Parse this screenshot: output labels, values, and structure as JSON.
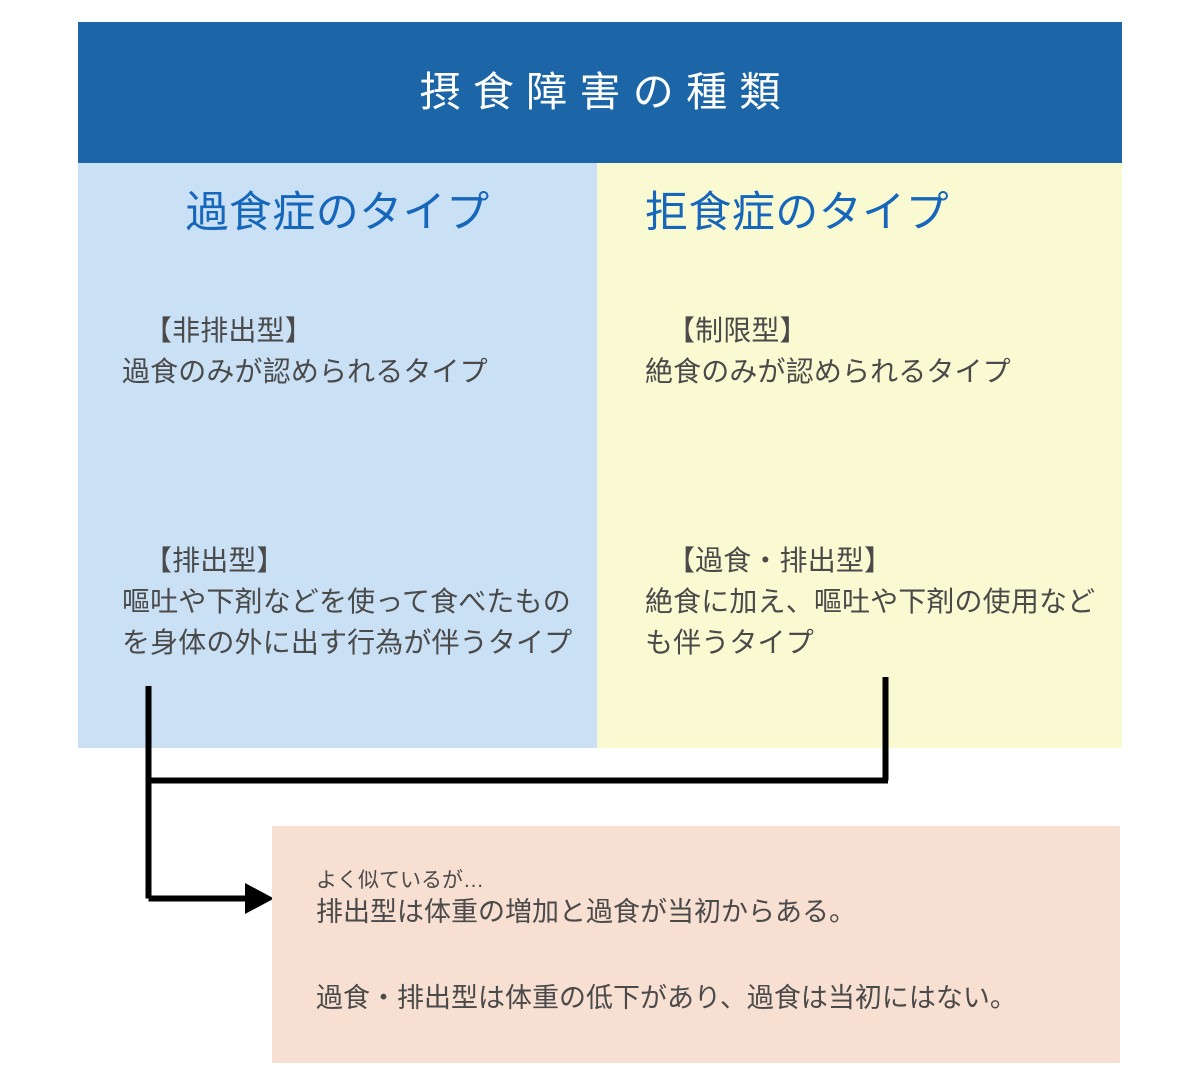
{
  "header": {
    "title": "摂食障害の種類",
    "bg_color": "#1c66a8",
    "text_color": "#ffffff"
  },
  "columns": [
    {
      "id": "bulimia",
      "heading": "過食症のタイプ",
      "bg_color": "#c9e0f5",
      "heading_color": "#1667bb",
      "entries": [
        {
          "title": "【非排出型】",
          "body": "過食のみが認められるタイプ"
        },
        {
          "title": "【排出型】",
          "body": "嘔吐や下剤などを使って食べたものを身体の外に出す行為が伴うタイプ"
        }
      ]
    },
    {
      "id": "anorexia",
      "heading": "拒食症のタイプ",
      "bg_color": "#fafad2",
      "heading_color": "#1667bb",
      "entries": [
        {
          "title": "【制限型】",
          "body": "絶食のみが認められるタイプ"
        },
        {
          "title": "【過食・排出型】",
          "body": "絶食に加え、嘔吐や下剤の使用なども伴うタイプ"
        }
      ]
    }
  ],
  "note": {
    "bg_color": "#f7dfd1",
    "lead": "よく似ているが…",
    "line_1": "排出型は体重の増加と過食が当初からある。",
    "line_2": "過食・排出型は体重の低下があり、過食は当初にはない。"
  },
  "connector": {
    "color": "#000000"
  }
}
